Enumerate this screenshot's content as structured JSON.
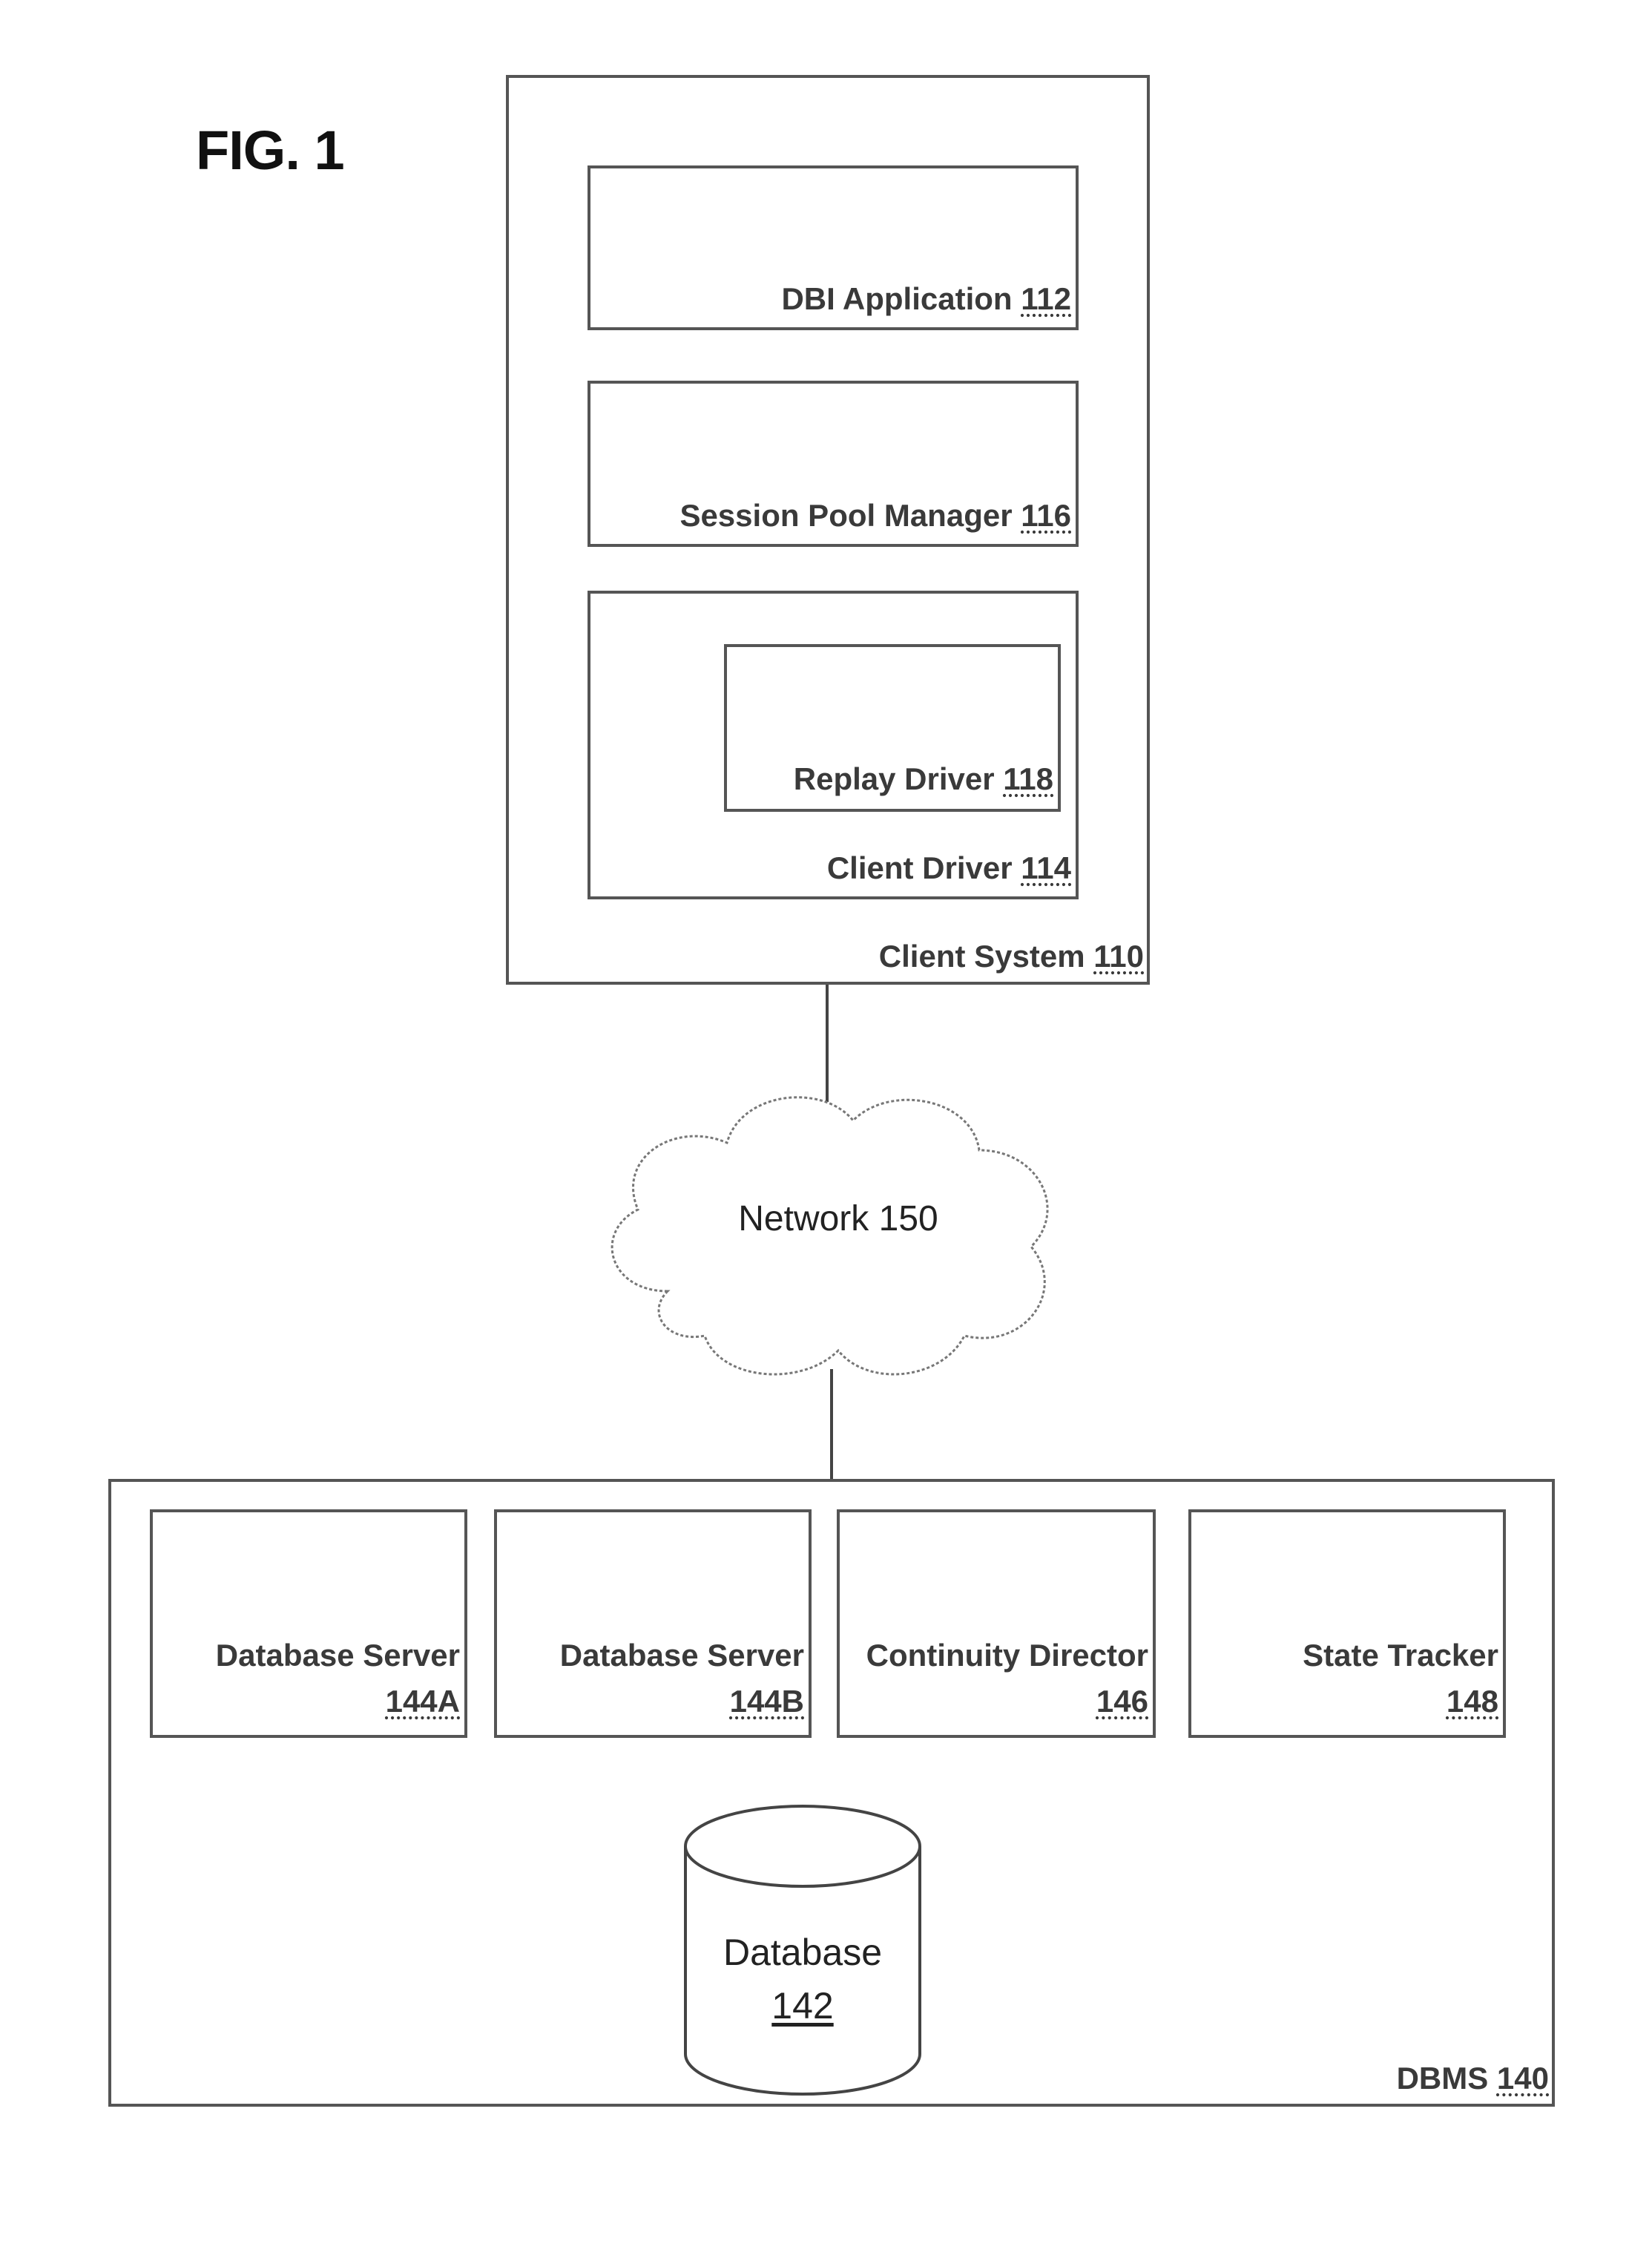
{
  "figure": {
    "title": "FIG. 1"
  },
  "client_system": {
    "name": "Client System",
    "ref": "110",
    "dbi_application": {
      "name": "DBI Application",
      "ref": "112"
    },
    "session_pool_manager": {
      "name": "Session Pool Manager",
      "ref": "116"
    },
    "client_driver": {
      "name": "Client Driver",
      "ref": "114",
      "replay_driver": {
        "name": "Replay Driver",
        "ref": "118"
      }
    }
  },
  "network": {
    "name": "Network",
    "ref": "150"
  },
  "dbms": {
    "name": "DBMS",
    "ref": "140",
    "components": [
      {
        "name": "Database Server",
        "ref": "144A"
      },
      {
        "name": "Database Server",
        "ref": "144B"
      },
      {
        "name": "Continuity Director",
        "ref": "146"
      },
      {
        "name": "State Tracker",
        "ref": "148"
      }
    ],
    "database": {
      "name": "Database",
      "ref": "142"
    }
  }
}
